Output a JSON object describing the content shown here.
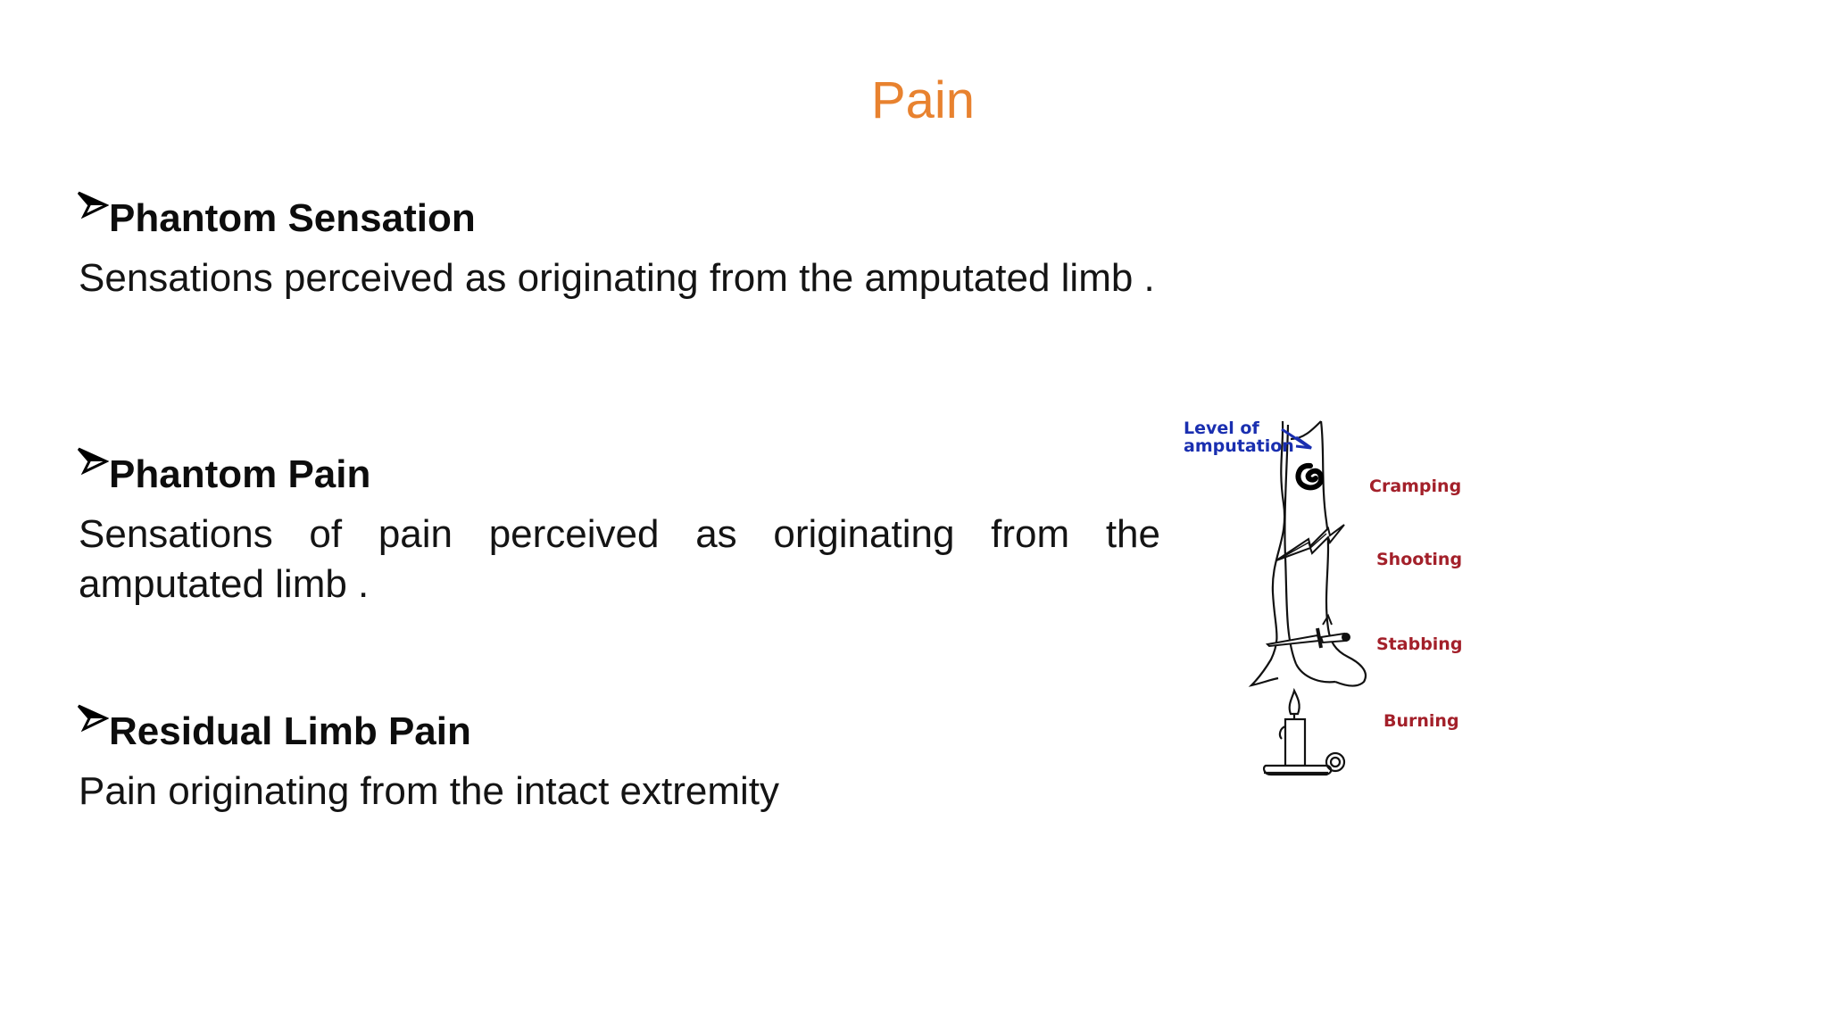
{
  "slide": {
    "title": "Pain",
    "sections": [
      {
        "heading": "Phantom Sensation",
        "body": "Sensations perceived as originating from the amputated limb ."
      },
      {
        "heading": "Phantom Pain",
        "body": "Sensations of pain perceived as originating from the amputated limb ."
      },
      {
        "heading": "Residual Limb Pain",
        "body": "Pain originating from the intact extremity"
      }
    ]
  },
  "figure": {
    "level_label_line1": "Level of",
    "level_label_line2": "amputation",
    "pain_labels": [
      "Cramping",
      "Shooting",
      "Stabbing",
      "Burning"
    ],
    "colors": {
      "title": "#e8822f",
      "level_label": "#1a2fb0",
      "pain_label": "#a3202a"
    }
  },
  "icons": {
    "bullet": "arrowhead-bullet-icon"
  }
}
